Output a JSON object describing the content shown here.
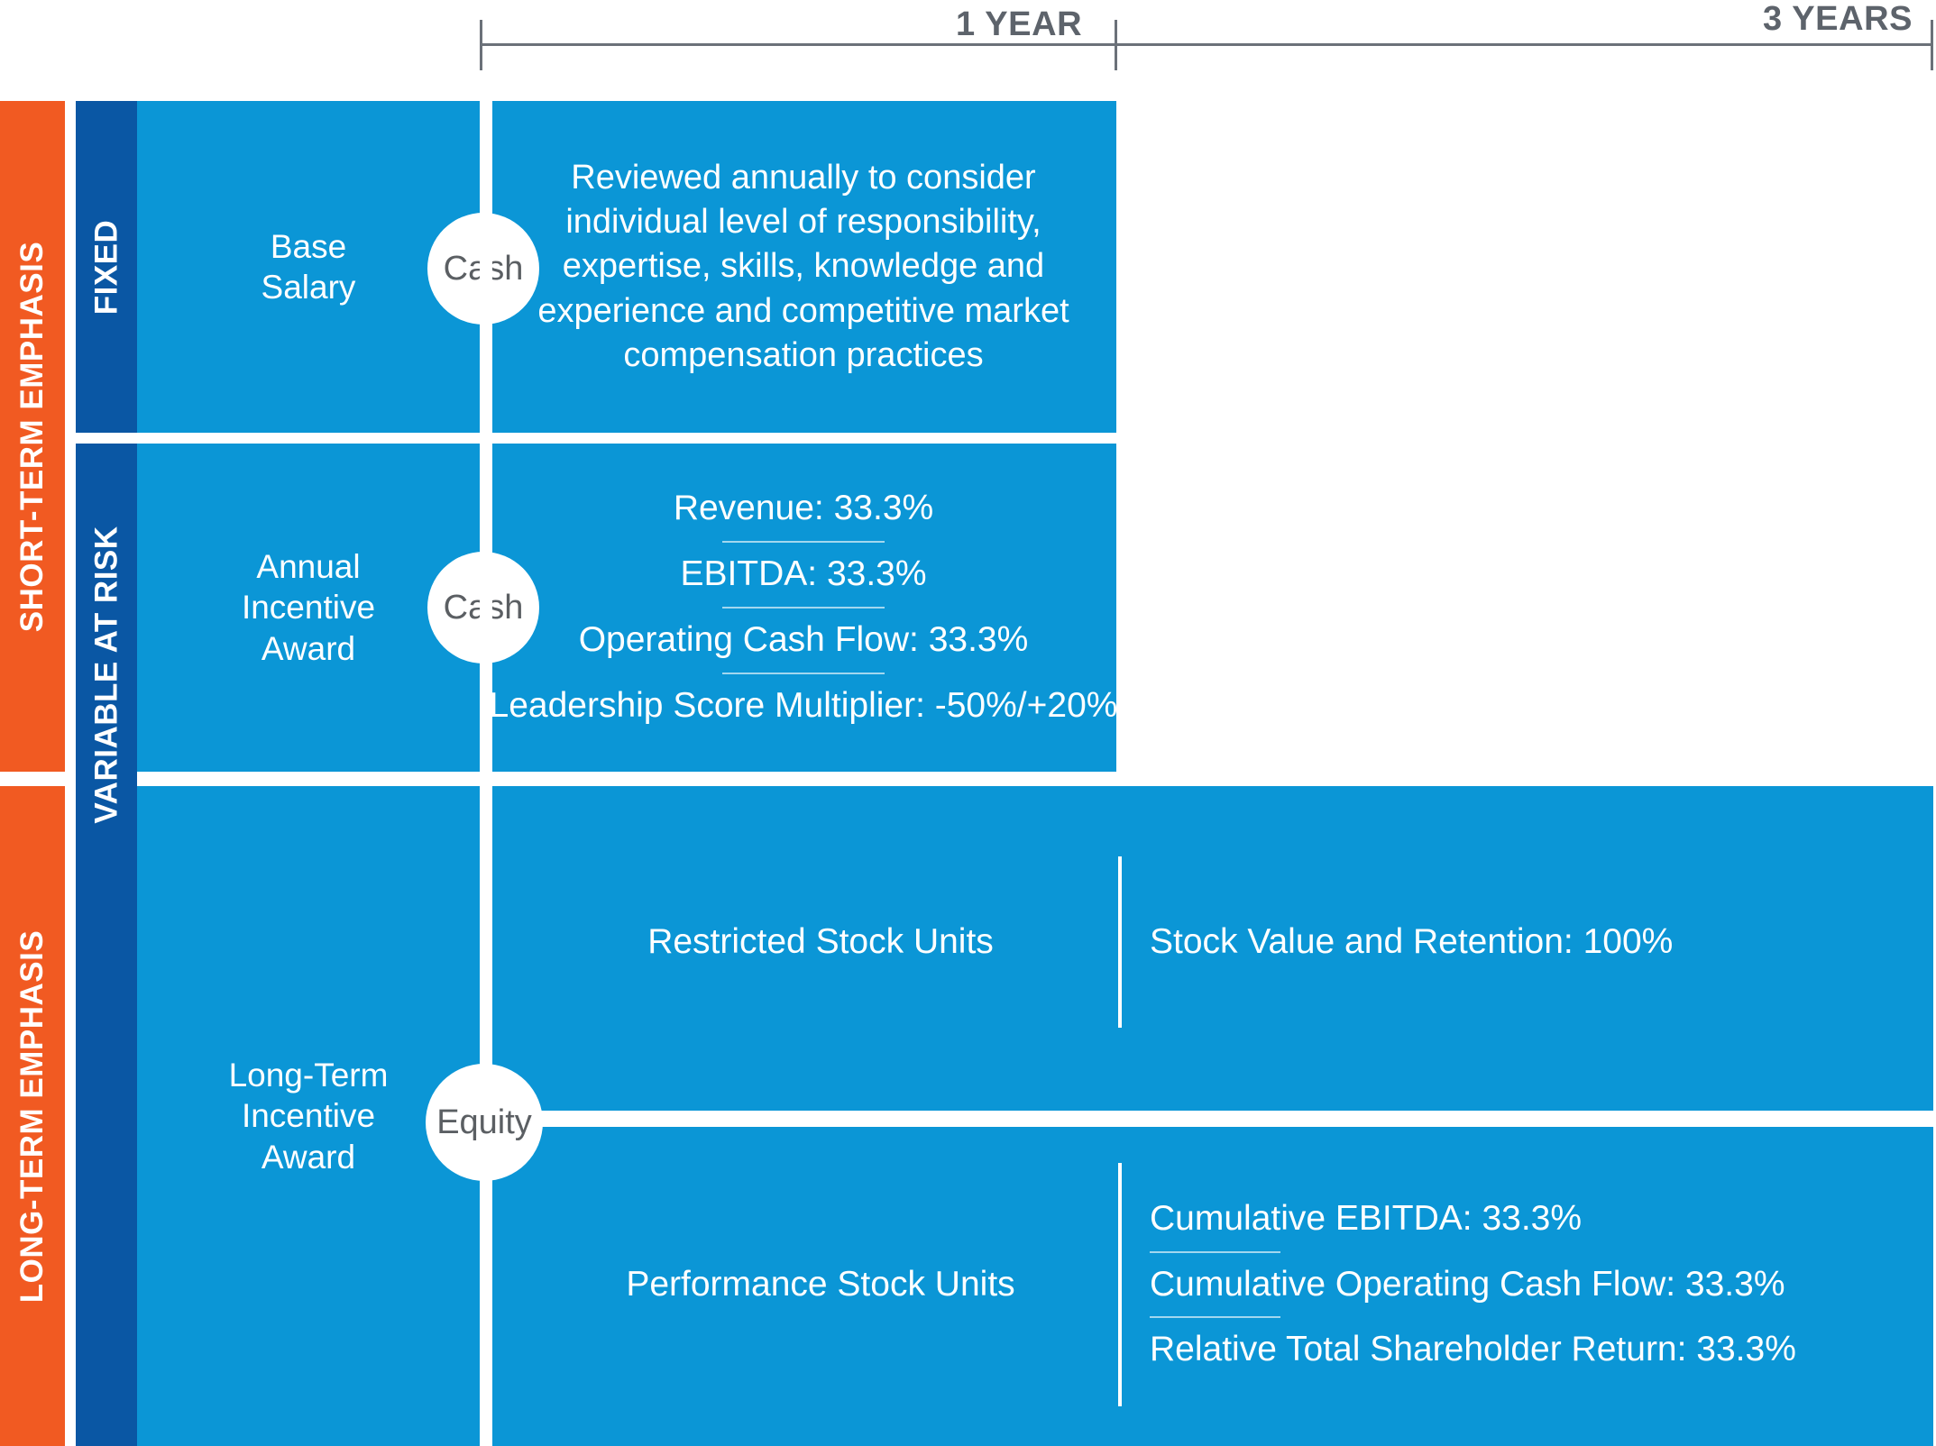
{
  "timeline": {
    "periods": [
      {
        "label": "1 YEAR"
      },
      {
        "label": "3 YEARS"
      }
    ]
  },
  "emphasis_bars": [
    {
      "label": "SHORT-TERM EMPHASIS",
      "color": "#F15A22"
    },
    {
      "label": "LONG-TERM EMPHASIS",
      "color": "#F15A22"
    }
  ],
  "risk_bars": [
    {
      "label": "FIXED",
      "color": "#0A57A4"
    },
    {
      "label": "VARIABLE AT RISK",
      "color": "#0A57A4"
    }
  ],
  "rows": {
    "base_salary": {
      "name": "Base\nSalary",
      "vehicle": "Cash",
      "description": "Reviewed annually to consider\nindividual level of responsibility,\nexpertise, skills, knowledge and\nexperience and competitive market\ncompensation practices"
    },
    "annual_incentive": {
      "name": "Annual\nIncentive\nAward",
      "vehicle": "Cash",
      "metrics": [
        "Revenue: 33.3%",
        "EBITDA: 33.3%",
        "Operating Cash Flow: 33.3%",
        "Leadership Score Multiplier: -50%/+20%"
      ]
    },
    "long_term_incentive": {
      "name": "Long-Term\nIncentive\nAward",
      "vehicle": "Equity",
      "awards": [
        {
          "name": "Restricted Stock Units",
          "metrics": [
            "Stock Value and Retention: 100%"
          ]
        },
        {
          "name": "Performance Stock Units",
          "metrics": [
            "Cumulative EBITDA: 33.3%",
            "Cumulative Operating Cash Flow: 33.3%",
            "Relative Total Shareholder Return: 33.3%"
          ]
        }
      ]
    }
  },
  "colors": {
    "panel_blue": "#0B96D6",
    "navy": "#0A57A4",
    "orange": "#F15A22",
    "bracket_gray": "#6b7179",
    "circle_text": "#5b5f63"
  }
}
